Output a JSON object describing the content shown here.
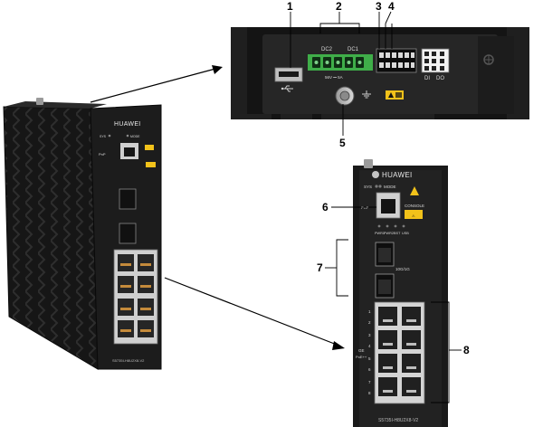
{
  "brand": "HUAWEI",
  "labels": {
    "sys": "SYS",
    "mode": "MODE",
    "pnp": "PnP",
    "console": "CONSOLE",
    "pwr1": "PWR1",
    "pwr2": "PWR2",
    "bst": "BST",
    "usb": "USB",
    "sfp_speed": "10G/1G",
    "ge": "GE",
    "poe": "PoE++",
    "dc2": "DC2",
    "dc1": "DC1",
    "voltage": "56V ⎓ 5A",
    "di": "DI",
    "do": "DO"
  },
  "model_name": "S5735I-H8U2X8-V2",
  "callouts": [
    "1",
    "2",
    "3",
    "4",
    "5",
    "6",
    "7",
    "8"
  ],
  "port_numbers": [
    "1",
    "2",
    "3",
    "4",
    "5",
    "6",
    "7",
    "8"
  ],
  "icons": [
    "usb-icon",
    "ground-icon",
    "warning-icon",
    "lan-icon"
  ],
  "colors": {
    "body": "#1a1a1a",
    "panel": "#2a2a2a",
    "terminal_green": "#3fae49",
    "warning_yellow": "#f2c21a",
    "rj45_copper": "#c48a3b"
  }
}
